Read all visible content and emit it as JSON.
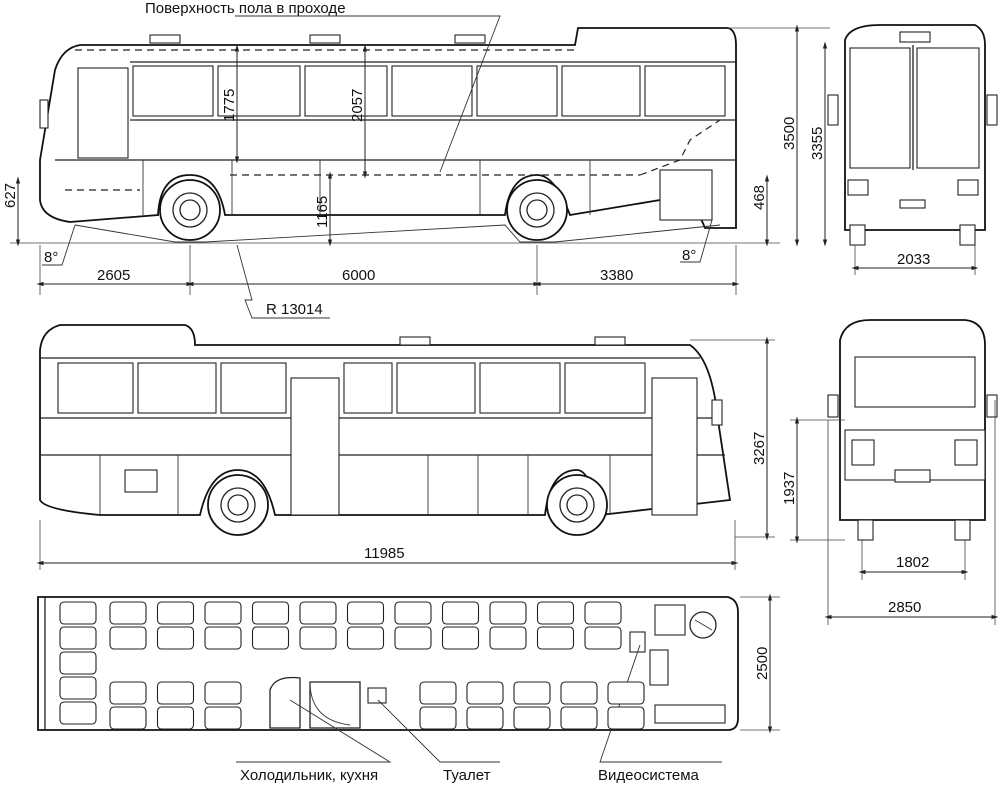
{
  "labels": {
    "floor_surface": "Поверхность пола в проходе",
    "fridge_kitchen": "Холодильник, кухня",
    "toilet": "Туалет",
    "video_system": "Видеосистема",
    "radius": "R 13014"
  },
  "dimensions": {
    "front_overhang_height": "627",
    "approach_angle": "8°",
    "departure_angle": "8°",
    "window_height": "1775",
    "floor_to_roof": "2057",
    "floor_height": "1165",
    "rear_overhang_height": "468",
    "front_overhang": "2605",
    "wheelbase": "6000",
    "rear_overhang": "3380",
    "total_height": "3500",
    "body_height": "3355",
    "front_track": "2033",
    "side_height": "3267",
    "total_length": "11985",
    "rear_height": "1937",
    "rear_track": "1802",
    "total_width_mirrors": "2850",
    "body_width": "2500"
  }
}
